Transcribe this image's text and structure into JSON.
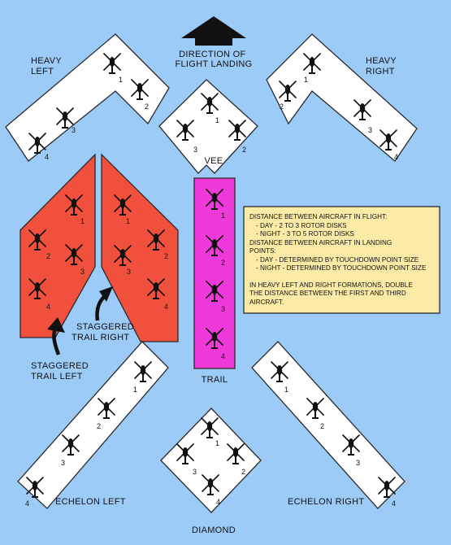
{
  "colors": {
    "background": "#9ccbf8",
    "formation_white": "#ffffff",
    "staggered_fill": "#f0503c",
    "trail_fill": "#ee3ad9",
    "note_fill": "#fbeba7",
    "outline": "#2a2a2a"
  },
  "direction_label": [
    "DIRECTION OF",
    "FLIGHT LANDING"
  ],
  "formations": {
    "heavy_left": {
      "label": [
        "HEAVY",
        "LEFT"
      ],
      "positions": [
        "1",
        "2",
        "3",
        "4"
      ]
    },
    "heavy_right": {
      "label": [
        "HEAVY",
        "RIGHT"
      ],
      "positions": [
        "1",
        "2",
        "3",
        "4"
      ]
    },
    "vee": {
      "label": [
        "VEE"
      ],
      "positions": [
        "1",
        "2",
        "3"
      ]
    },
    "staggered_trail_left": {
      "label": [
        "STAGGERED",
        "TRAIL LEFT"
      ],
      "positions": [
        "1",
        "2",
        "3",
        "4"
      ]
    },
    "staggered_trail_right": {
      "label": [
        "STAGGERED",
        "TRAIL RIGHT"
      ],
      "positions": [
        "1",
        "2",
        "3",
        "4"
      ]
    },
    "trail": {
      "label": [
        "TRAIL"
      ],
      "positions": [
        "1",
        "2",
        "3",
        "4"
      ]
    },
    "echelon_left": {
      "label": [
        "ECHELON LEFT"
      ],
      "positions": [
        "1",
        "2",
        "3",
        "4"
      ]
    },
    "echelon_right": {
      "label": [
        "ECHELON RIGHT"
      ],
      "positions": [
        "1",
        "2",
        "3",
        "4"
      ]
    },
    "diamond": {
      "label": [
        "DIAMOND"
      ],
      "positions": [
        "1",
        "2",
        "3",
        "4"
      ]
    }
  },
  "note": [
    "DISTANCE BETWEEN AIRCRAFT IN FLIGHT:",
    "- DAY - 2 TO 3 ROTOR DISKS",
    "- NIGHT - 3 TO 5 ROTOR DISKS",
    "DISTANCE BETWEEN AIRCRAFT IN LANDING",
    "POINTS:",
    "- DAY - DETERMINED BY TOUCHDOWN POINT SIZE",
    "- NIGHT - DETERMINED BY TOUCHDOWN POINT SIZE",
    "",
    "IN HEAVY LEFT AND RIGHT FORMATIONS, DOUBLE",
    "THE DISTANCE BETWEEN THE FIRST AND THIRD",
    "AIRCRAFT."
  ]
}
